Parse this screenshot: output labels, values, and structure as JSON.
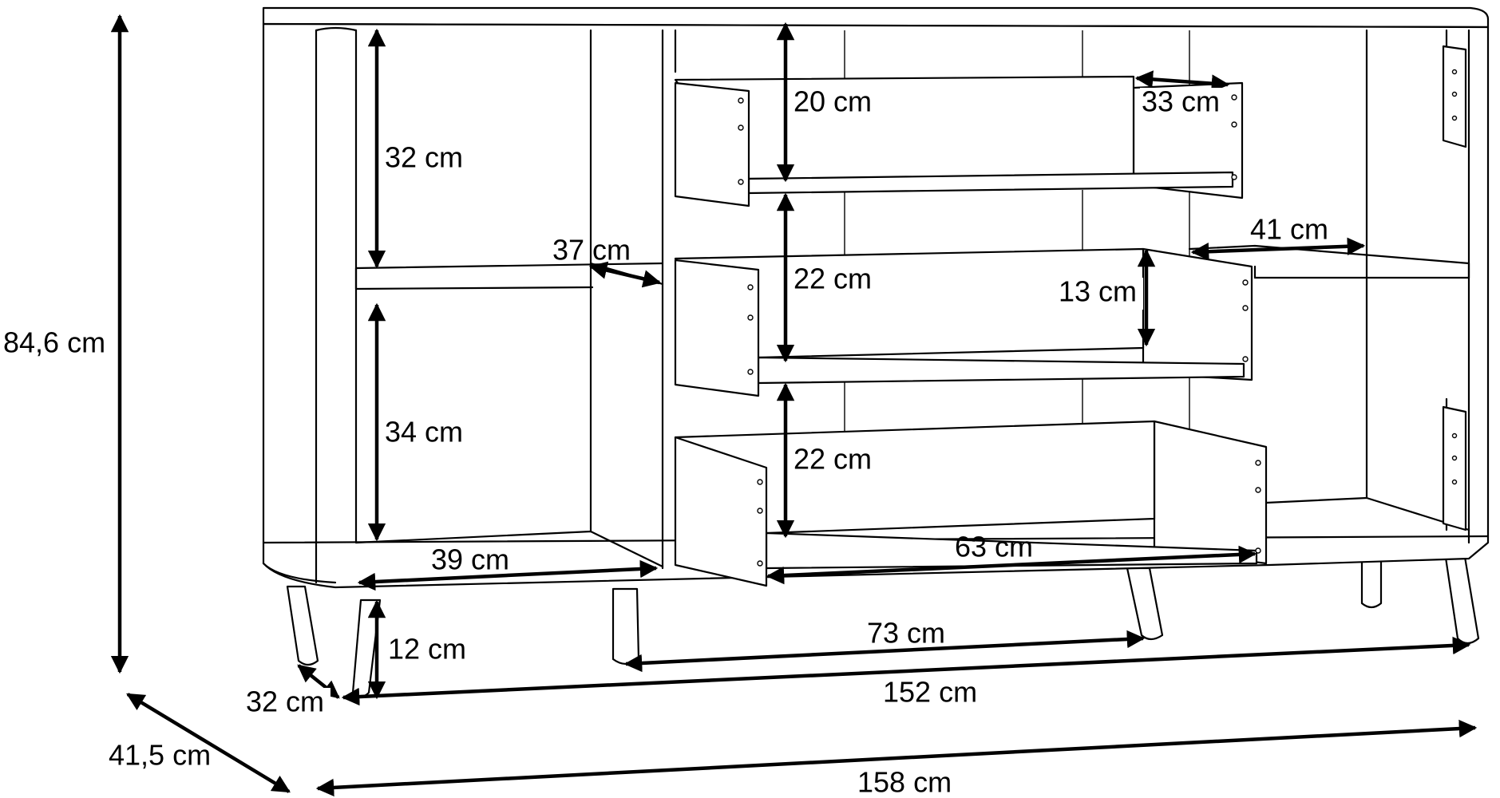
{
  "colors": {
    "ink": "#000000",
    "paper": "#ffffff"
  },
  "dimensions": {
    "total_height": "84,6 cm",
    "total_depth": "41,5 cm",
    "total_width": "158 cm",
    "inner_width": "152 cm",
    "leg_height": "12 cm",
    "leg_depth": "32 cm",
    "leg_spacing": "73 cm",
    "left_shelf_upper_height": "32 cm",
    "left_shelf_lower_height": "34 cm",
    "left_shelf_depth": "37 cm",
    "left_compartment_width": "39 cm",
    "drawer_top_height": "20 cm",
    "drawer_top_depth": "33 cm",
    "drawer_middle_height": "22 cm",
    "drawer_middle_side_height": "13 cm",
    "drawer_bottom_height": "22 cm",
    "drawer_width": "63 cm",
    "right_shelf_width": "41 cm"
  }
}
